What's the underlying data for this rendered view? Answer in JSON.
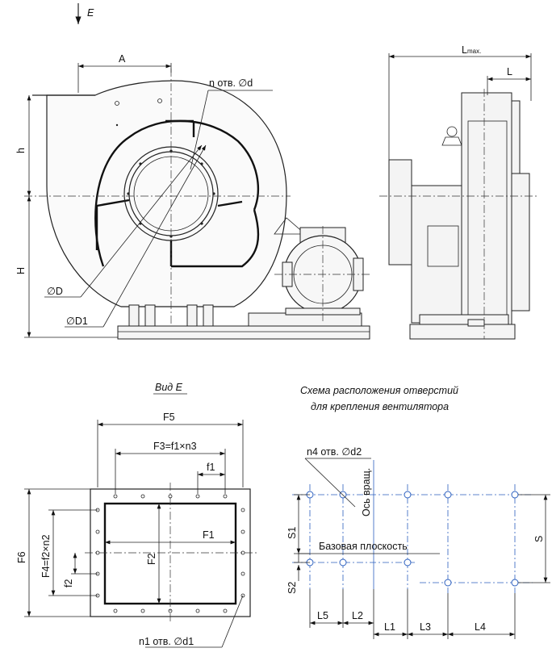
{
  "labels": {
    "view_arrow": "E",
    "dim_A": "A",
    "holes_flange": "n отв. ∅d",
    "dim_h": "h",
    "dim_H": "H",
    "dim_D": "∅D",
    "dim_D1": "∅D1",
    "dim_Lmax": "L",
    "dim_Lmax_sub": "max.",
    "dim_L": "L",
    "view_title": "Вид Е",
    "holes_title_1": "Схема расположения отверстий",
    "holes_title_2": "для крепления вентилятора",
    "dim_F5": "F5",
    "dim_F3": "F3=f1×n3",
    "dim_f1": "f1",
    "dim_F1": "F1",
    "dim_F2": "F2",
    "dim_F6": "F6",
    "dim_F4": "F4=f2×n2",
    "dim_f2": "f2",
    "holes_outlet": "n1 отв. ∅d1",
    "holes_base": "n4 отв. ∅d2",
    "rotation_axis": "Ось вращ.",
    "base_plane": "Базовая плоскость",
    "dim_S1": "S1",
    "dim_S2": "S2",
    "dim_S": "S",
    "dim_L5": "L5",
    "dim_L2": "L2",
    "dim_L1": "L1",
    "dim_L3": "L3",
    "dim_L4": "L4"
  }
}
